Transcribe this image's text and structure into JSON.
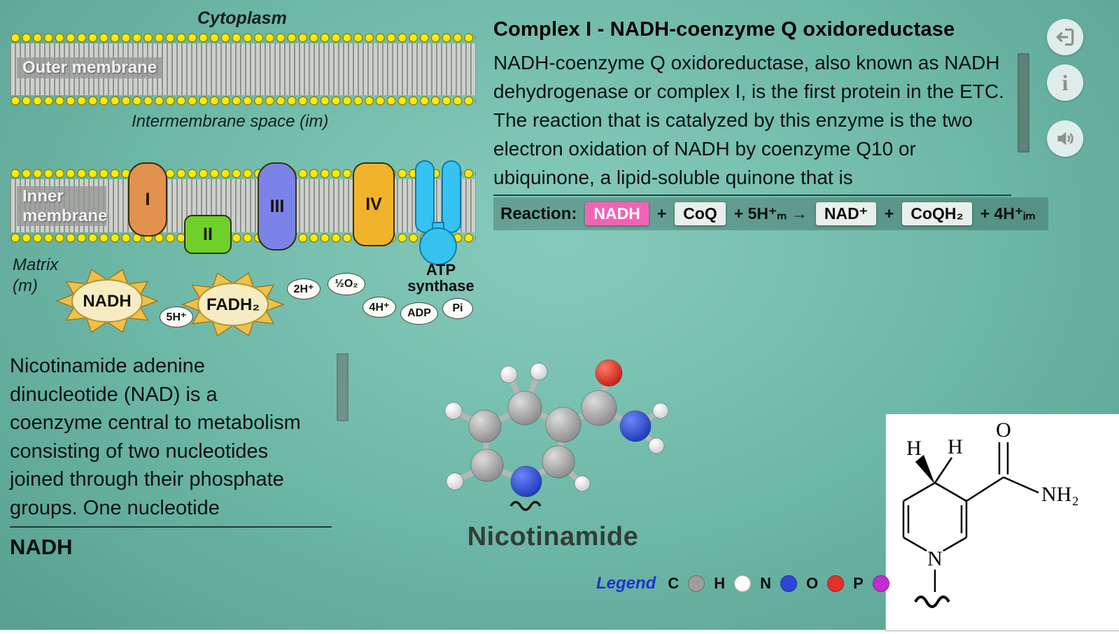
{
  "diagram": {
    "cytoplasm": "Cytoplasm",
    "outer_membrane": "Outer membrane",
    "intermembrane": "Intermembrane space (im)",
    "inner_membrane": "Inner membrane",
    "matrix": "Matrix (m)",
    "complexes": [
      {
        "label": "I",
        "color": "#e2914e"
      },
      {
        "label": "II",
        "color": "#6fd02a"
      },
      {
        "label": "III",
        "color": "#7b83e8"
      },
      {
        "label": "IV",
        "color": "#f2b32c"
      }
    ],
    "atp_synthase": "ATP synthase",
    "substrates": [
      {
        "label": "NADH"
      },
      {
        "label": "FADH₂"
      }
    ],
    "particles": [
      "5H⁺",
      "2H⁺",
      "½O₂",
      "4H⁺",
      "ADP",
      "Pi"
    ]
  },
  "info_panel": {
    "title": "Complex I - NADH-coenzyme Q oxidoreductase",
    "body": "NADH-coenzyme Q oxidoreductase, also known as NADH dehydrogenase or complex I, is the first protein in the ETC. The reaction that is catalyzed by this enzyme is the two electron oxidation of NADH by coenzyme Q10 or ubiquinone, a lipid-soluble quinone that is",
    "reaction_label": "Reaction:",
    "reaction_tokens": [
      {
        "text": "NADH",
        "kind": "badge-pink"
      },
      {
        "text": "+",
        "kind": "plain"
      },
      {
        "text": "CoQ",
        "kind": "badge"
      },
      {
        "text": "+ 5H⁺ₘ →",
        "kind": "plain"
      },
      {
        "text": "NAD⁺",
        "kind": "badge"
      },
      {
        "text": "+",
        "kind": "plain"
      },
      {
        "text": "CoQH₂",
        "kind": "badge"
      },
      {
        "text": "+ 4H⁺ᵢₘ",
        "kind": "plain"
      }
    ]
  },
  "left_text": {
    "body": "Nicotinamide adenine dinucleotide (NAD) is a coenzyme central to metabolism consisting of two nucleotides joined through their phosphate groups. One nucleotide",
    "footer": "NADH"
  },
  "viewer": {
    "label": "Nicotinamide",
    "legend_title": "Legend",
    "legend": [
      {
        "symbol": "C",
        "color": "#9e9e9e"
      },
      {
        "symbol": "H",
        "color": "#fbfbfb"
      },
      {
        "symbol": "N",
        "color": "#2b46d9"
      },
      {
        "symbol": "O",
        "color": "#e23128"
      },
      {
        "symbol": "P",
        "color": "#c32bd4"
      }
    ]
  },
  "structure": {
    "h_left": "H",
    "h_right": "H",
    "oxygen": "O",
    "amide": "NH₂",
    "nitrogen": "N"
  },
  "header_icons": [
    {
      "name": "logout-icon"
    },
    {
      "name": "info-icon",
      "glyph": "i"
    },
    {
      "name": "speaker-icon"
    }
  ]
}
